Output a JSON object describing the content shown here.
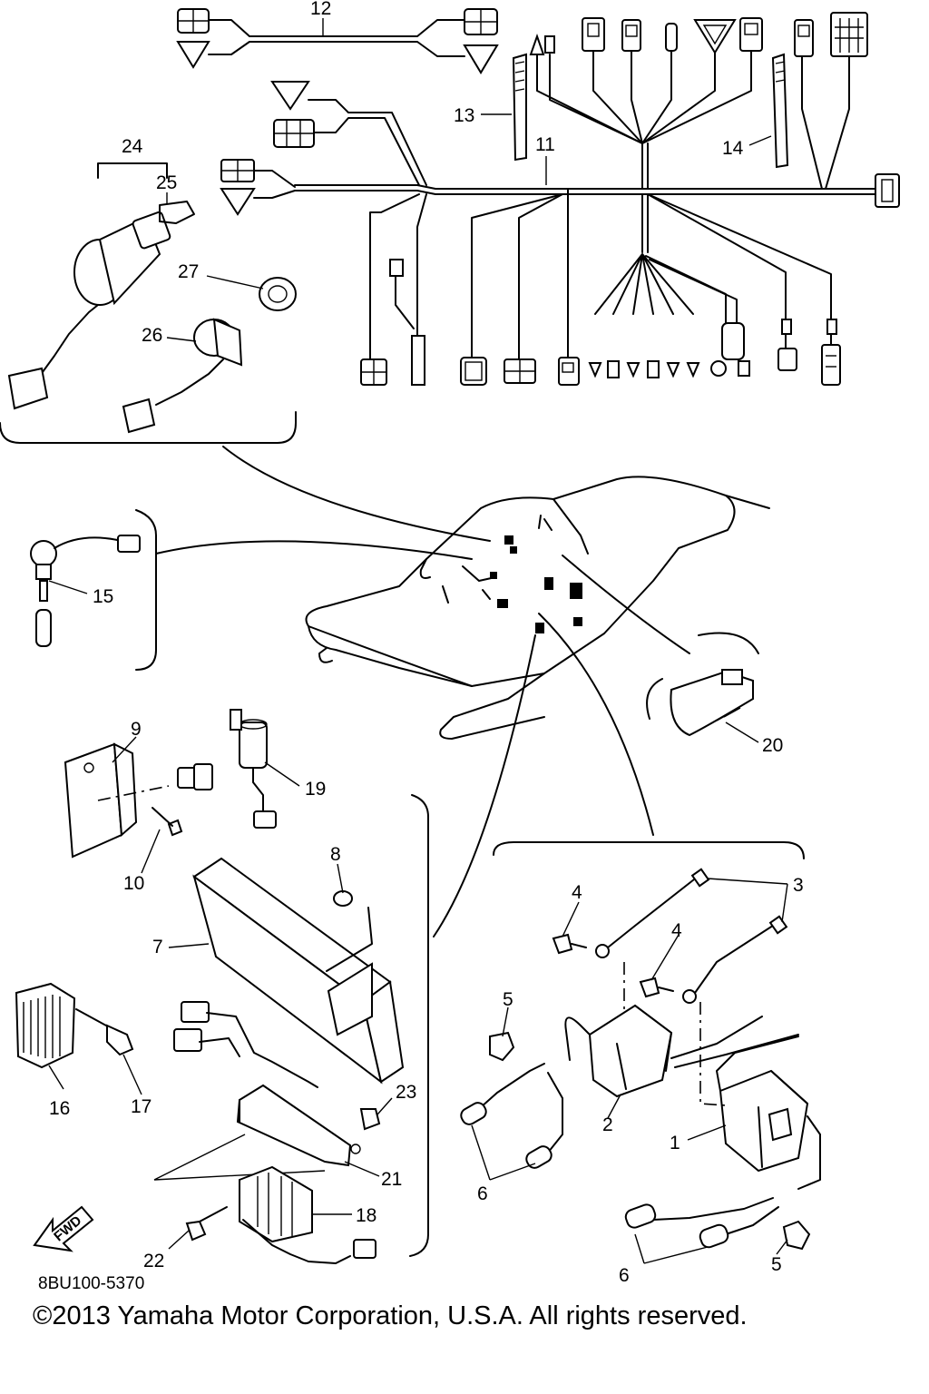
{
  "callouts": [
    {
      "id": "c12",
      "text": "12"
    },
    {
      "id": "c13",
      "text": "13"
    },
    {
      "id": "c11",
      "text": "11"
    },
    {
      "id": "c14",
      "text": "14"
    },
    {
      "id": "c24",
      "text": "24"
    },
    {
      "id": "c25",
      "text": "25"
    },
    {
      "id": "c27",
      "text": "27"
    },
    {
      "id": "c26",
      "text": "26"
    },
    {
      "id": "c15",
      "text": "15"
    },
    {
      "id": "c9",
      "text": "9"
    },
    {
      "id": "c19",
      "text": "19"
    },
    {
      "id": "c10",
      "text": "10"
    },
    {
      "id": "c20",
      "text": "20"
    },
    {
      "id": "c8",
      "text": "8"
    },
    {
      "id": "c7",
      "text": "7"
    },
    {
      "id": "c3",
      "text": "3"
    },
    {
      "id": "c4a",
      "text": "4"
    },
    {
      "id": "c4b",
      "text": "4"
    },
    {
      "id": "c5a",
      "text": "5"
    },
    {
      "id": "c16",
      "text": "16"
    },
    {
      "id": "c17",
      "text": "17"
    },
    {
      "id": "c23",
      "text": "23"
    },
    {
      "id": "c2",
      "text": "2"
    },
    {
      "id": "c1",
      "text": "1"
    },
    {
      "id": "c21",
      "text": "21"
    },
    {
      "id": "c18",
      "text": "18"
    },
    {
      "id": "c6a",
      "text": "6"
    },
    {
      "id": "c22",
      "text": "22"
    },
    {
      "id": "c6b",
      "text": "6"
    },
    {
      "id": "c5b",
      "text": "5"
    }
  ],
  "arrow_label": "FWD",
  "diagram_code": "8BU100-5370",
  "copyright": "©2013 Yamaha Motor Corporation, U.S.A. All rights reserved."
}
